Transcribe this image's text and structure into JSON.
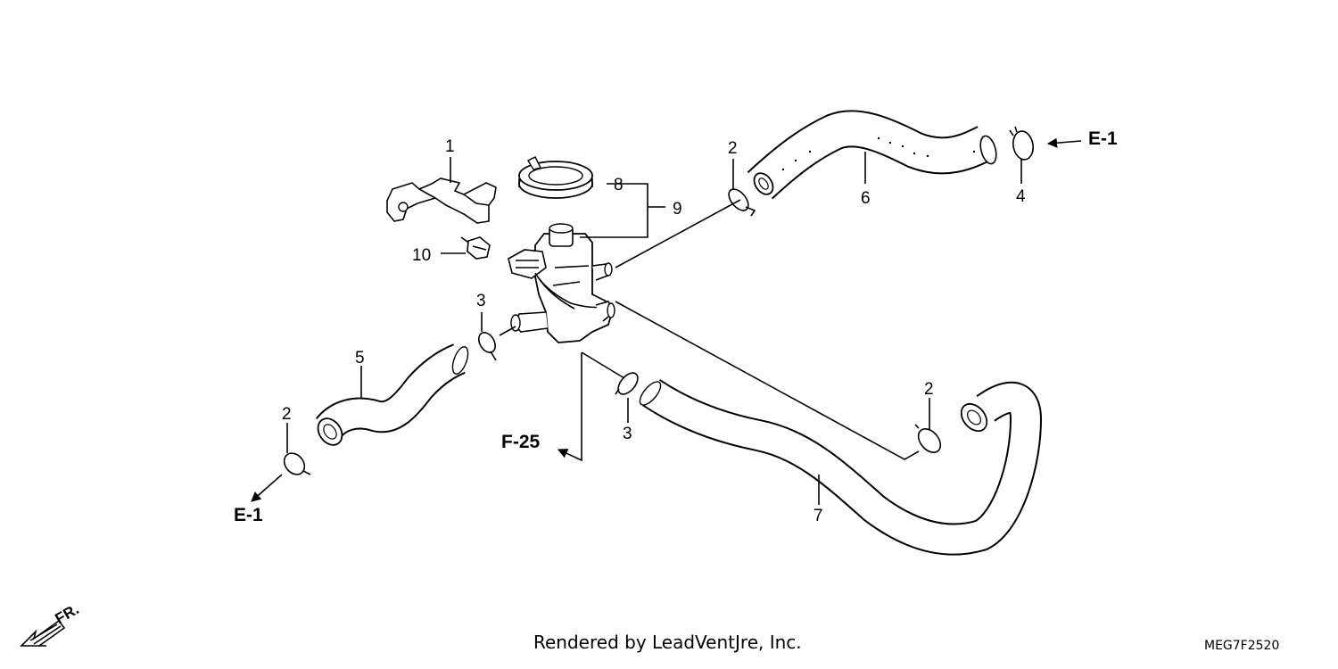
{
  "callouts": [
    "1",
    "2",
    "3",
    "4",
    "5",
    "6",
    "7",
    "8",
    "9",
    "10"
  ],
  "refs": {
    "e1": "E-1",
    "f25": "F-25",
    "fr": "FR."
  },
  "footer": {
    "credit": "Rendered by LeadVentJre, Inc.",
    "code": "MEG7F2520"
  },
  "colors": {
    "line": "#000000",
    "background": "#ffffff"
  }
}
